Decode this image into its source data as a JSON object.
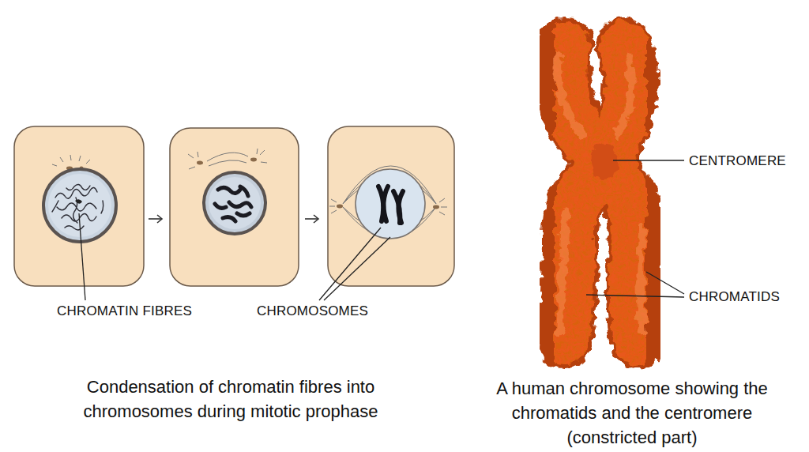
{
  "diagram": {
    "labels": [
      "CHROMATIN FIBRES",
      "CHROMOSOMES",
      "CENTROMERE",
      "CHROMATIDS",
      "Condensation of chromatin fibres into chromosomes during mitotic prophase",
      "A human chromosome showing the chromatids and the centromere (constricted part)"
    ]
  }
}
